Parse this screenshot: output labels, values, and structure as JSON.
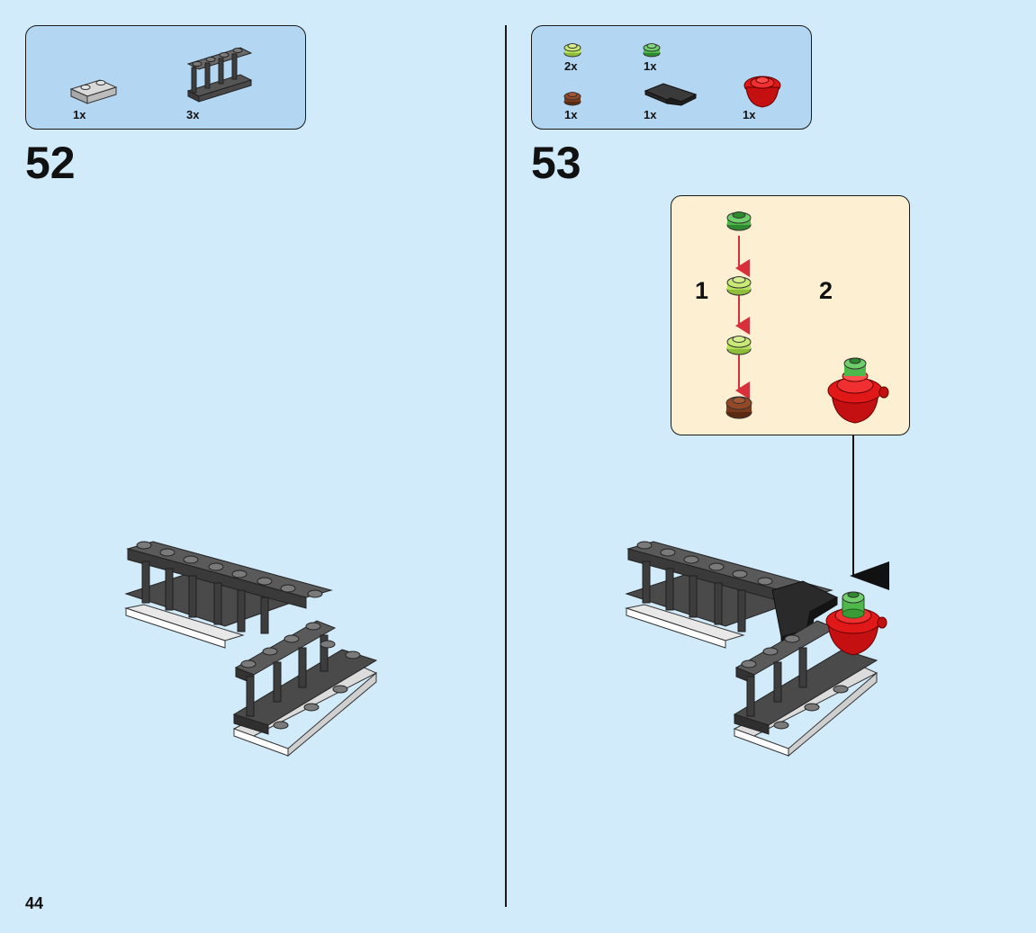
{
  "page": {
    "number": "44"
  },
  "steps": [
    {
      "number": "52",
      "parts": [
        {
          "qty": "1x",
          "name": "light-gray-plate-1x2"
        },
        {
          "qty": "3x",
          "name": "dark-gray-fence-1x4"
        }
      ]
    },
    {
      "number": "53",
      "parts": [
        {
          "qty": "2x",
          "name": "lime-round-plate-1x1"
        },
        {
          "qty": "1x",
          "name": "green-round-plate-1x1"
        },
        {
          "qty": "1x",
          "name": "brown-round-plate-1x1"
        },
        {
          "qty": "1x",
          "name": "black-corner-plate"
        },
        {
          "qty": "1x",
          "name": "red-dome-brick"
        }
      ],
      "substeps": [
        "1",
        "2"
      ]
    }
  ],
  "colors": {
    "background": "#d2ebfa",
    "parts_box": "#b3d7f3",
    "substep_box": "#fdefd1",
    "arrow_red": "#d8303a",
    "brick_red": "#e01818",
    "brick_green": "#4fb84a",
    "brick_lime": "#b7e05a",
    "brick_brown": "#7a3a1c",
    "brick_dark_gray": "#5a5a5a",
    "brick_light_gray": "#c8c8c8"
  }
}
